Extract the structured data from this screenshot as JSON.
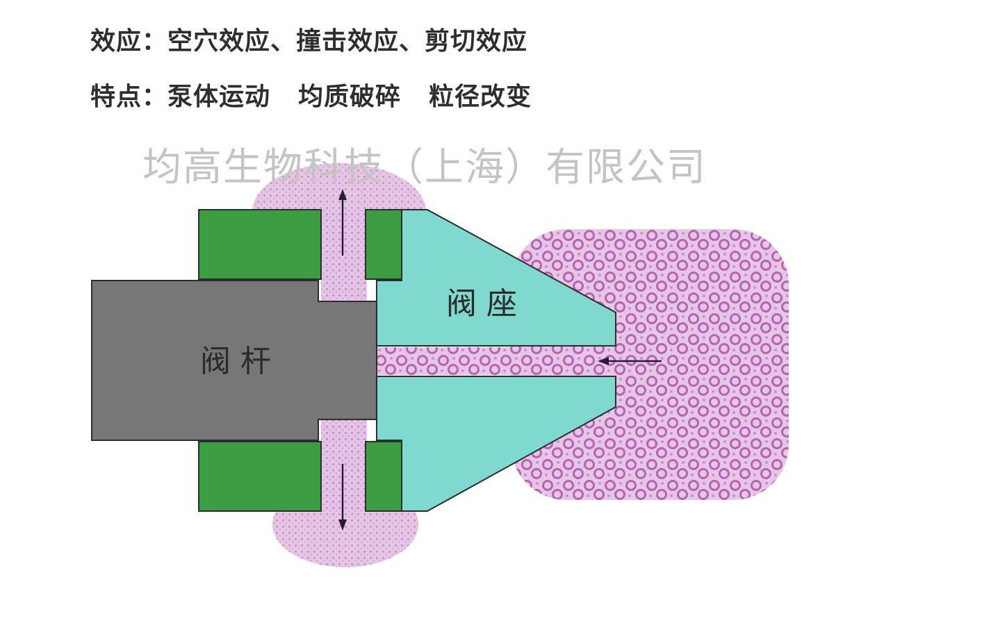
{
  "header": {
    "effects_label": "效应：",
    "effects_text": "空穴效应、撞击效应、剪切效应",
    "features_label": "特点：",
    "features": [
      "泵体运动",
      "均质破碎",
      "粒径改变"
    ]
  },
  "watermark": "均高生物科技（上海）有限公司",
  "diagram": {
    "valve_stem_label": "阀 杆",
    "valve_seat_label": "阀 座"
  },
  "colors": {
    "valve_stem": "#777777",
    "valve_seat": "#7fd9cf",
    "impact_ring": "#3c9d42",
    "fluid": "#e0bde0",
    "cells": "#b764b0"
  }
}
